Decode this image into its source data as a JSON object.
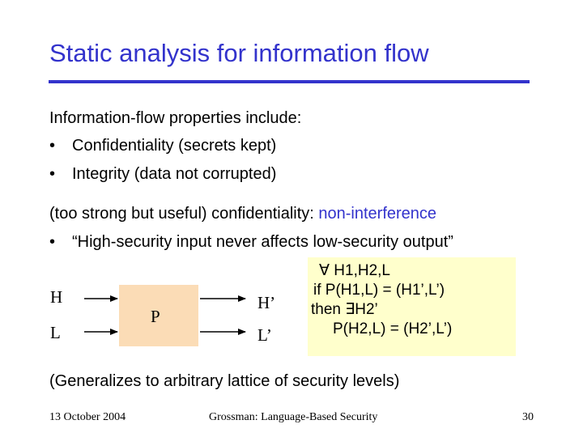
{
  "slide": {
    "title": "Static analysis for information flow",
    "intro": "Information-flow properties include:",
    "bullets": [
      "Confidentiality (secrets kept)",
      "Integrity (data not corrupted)"
    ],
    "confidentiality_prefix": "(too strong but useful) confidentiality: ",
    "confidentiality_term": "non-interference",
    "quote_bullet": "“High-security input never affects low-security output”",
    "diagram": {
      "input_high": "H",
      "input_low": "L",
      "program": "P",
      "output_high": "H’",
      "output_low": "L’"
    },
    "formula": [
      "∀ H1,H2,L",
      "if  P(H1,L) = (H1’,L’)",
      "then ∃H2’",
      "P(H2,L) = (H2’,L’)"
    ],
    "generalization": "(Generalizes to arbitrary lattice of security levels)",
    "bullet_glyph": "•"
  },
  "footer": {
    "date": "13 October 2004",
    "author": "Grossman: Language-Based Security",
    "page": "30"
  },
  "colors": {
    "accent": "#3333cc",
    "program_box": "#fbdcb6",
    "formula_box": "#ffffcc"
  }
}
